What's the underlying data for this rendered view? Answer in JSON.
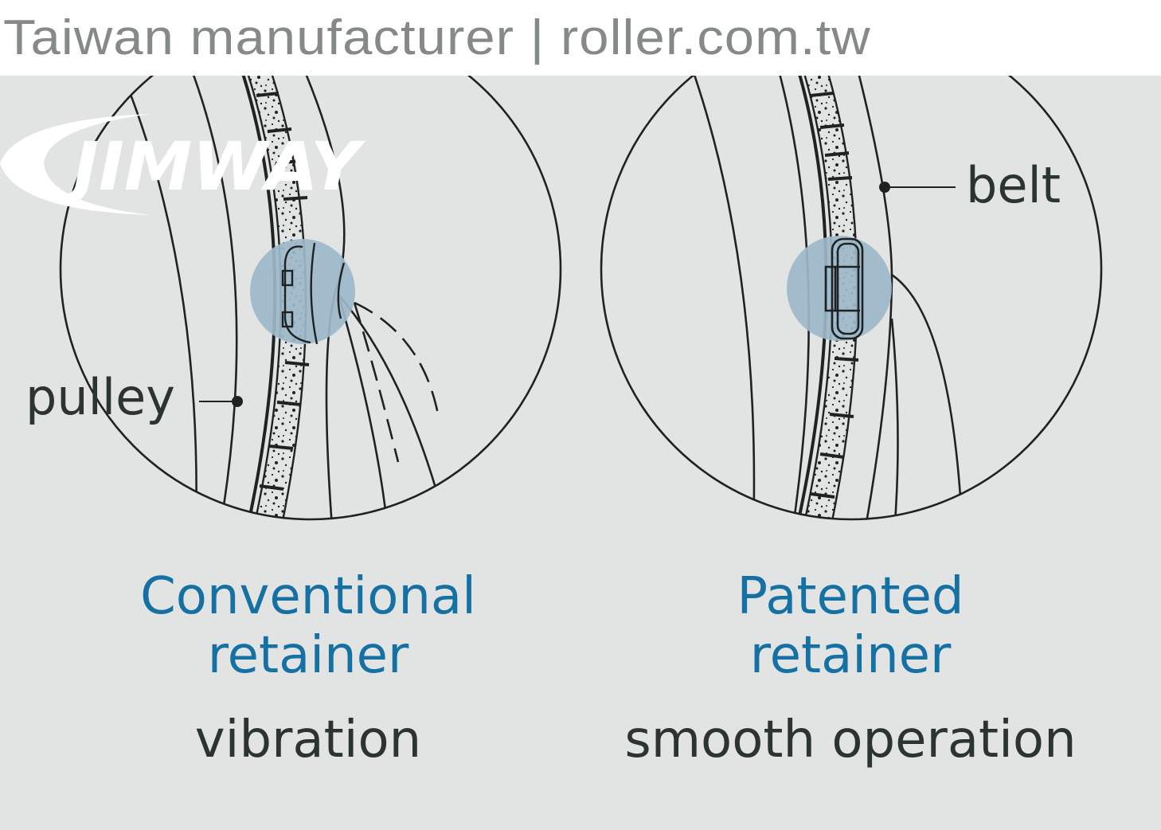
{
  "header": {
    "text": "Taiwan manufacturer | roller.com.tw"
  },
  "logo": {
    "text": "JIMWAY",
    "icon": "swoosh-logo-icon"
  },
  "callouts": {
    "pulley": "pulley",
    "belt": "belt"
  },
  "panels": [
    {
      "title_line1": "Conventional",
      "title_line2": "retainer",
      "result": "vibration"
    },
    {
      "title_line1": "Patented",
      "title_line2": "retainer",
      "result": "smooth operation"
    }
  ],
  "colors": {
    "background": "#e2e4e3",
    "header_text": "#858a89",
    "title_blue": "#1570a3",
    "dark_text": "#2b3333",
    "highlight_circle": "#9db8ca",
    "line": "#1e2222"
  }
}
